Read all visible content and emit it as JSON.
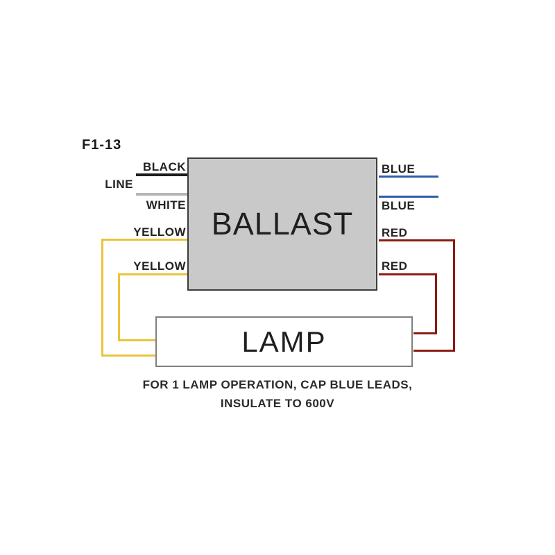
{
  "figure": {
    "id": "F1-13"
  },
  "ballast": {
    "label": "BALLAST"
  },
  "lamp": {
    "label": "LAMP"
  },
  "labels": {
    "line": "LINE",
    "black": "BLACK",
    "white": "WHITE",
    "yellow_top": "YELLOW",
    "yellow_bottom": "YELLOW",
    "blue_top": "BLUE",
    "blue_bottom": "BLUE",
    "red_top": "RED",
    "red_bottom": "RED"
  },
  "caption": {
    "line1": "FOR 1 LAMP OPERATION, CAP BLUE LEADS,",
    "line2": "INSULATE TO 600V"
  },
  "colors": {
    "black_wire": "#1c1c1c",
    "white_wire": "#b5b5ba",
    "yellow_wire": "#eac33c",
    "blue_wire": "#2a5ea8",
    "red_wire": "#8c1a12",
    "ballast_fill": "#c9c9c9",
    "lamp_fill": "#ffffff"
  }
}
